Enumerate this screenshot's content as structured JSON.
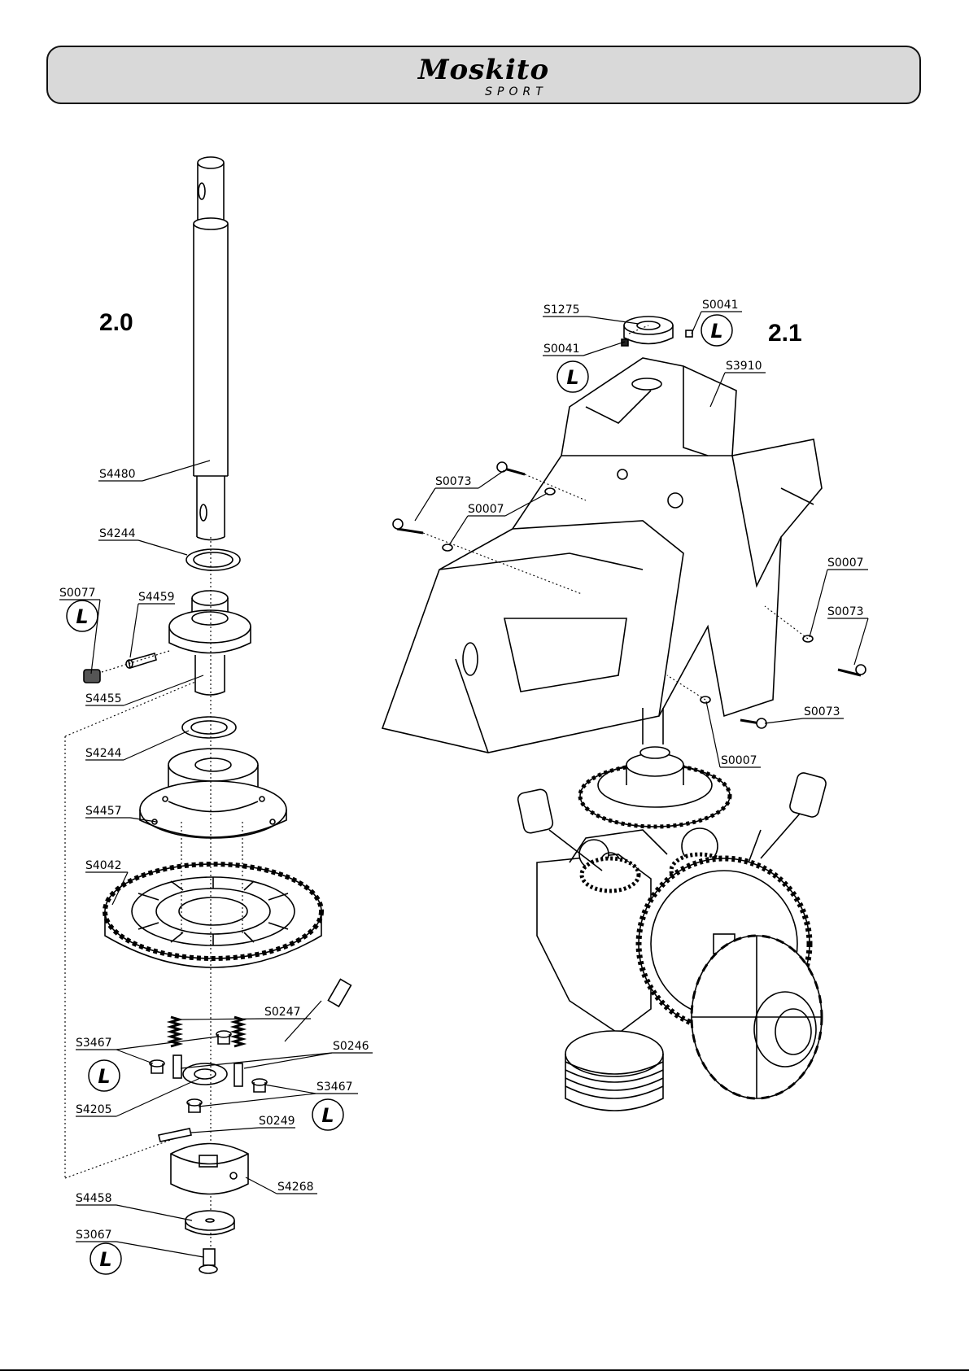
{
  "header": {
    "brand": "Moskito",
    "brand_sub": "SPORT"
  },
  "sections": {
    "left": "2.0",
    "right": "2.1"
  },
  "loctite_symbol": "L",
  "parts_left": {
    "shaft": "S4480",
    "washer_top": "S4244",
    "screw_locked": "S0077",
    "pin": "S4459",
    "hub": "S4455",
    "washer_mid": "S4244",
    "flange": "S4457",
    "main_gear": "S4042",
    "spring": "S0247",
    "screws_left": "S3467",
    "pins": "S0246",
    "screws_right": "S3467",
    "plate": "S4205",
    "dowel": "S0249",
    "clutch": "S4268",
    "disc": "S4458",
    "bottom_screw": "S3067"
  },
  "parts_right": {
    "collar": "S1275",
    "set_screw_top": "S0041",
    "set_screw_left": "S0041",
    "frame": "S3910",
    "bolt_left": "S0073",
    "washer_left": "S0007",
    "washer_right": "S0007",
    "bolt_right": "S0073",
    "bolt_lower": "S0073",
    "washer_lower": "S0007"
  }
}
